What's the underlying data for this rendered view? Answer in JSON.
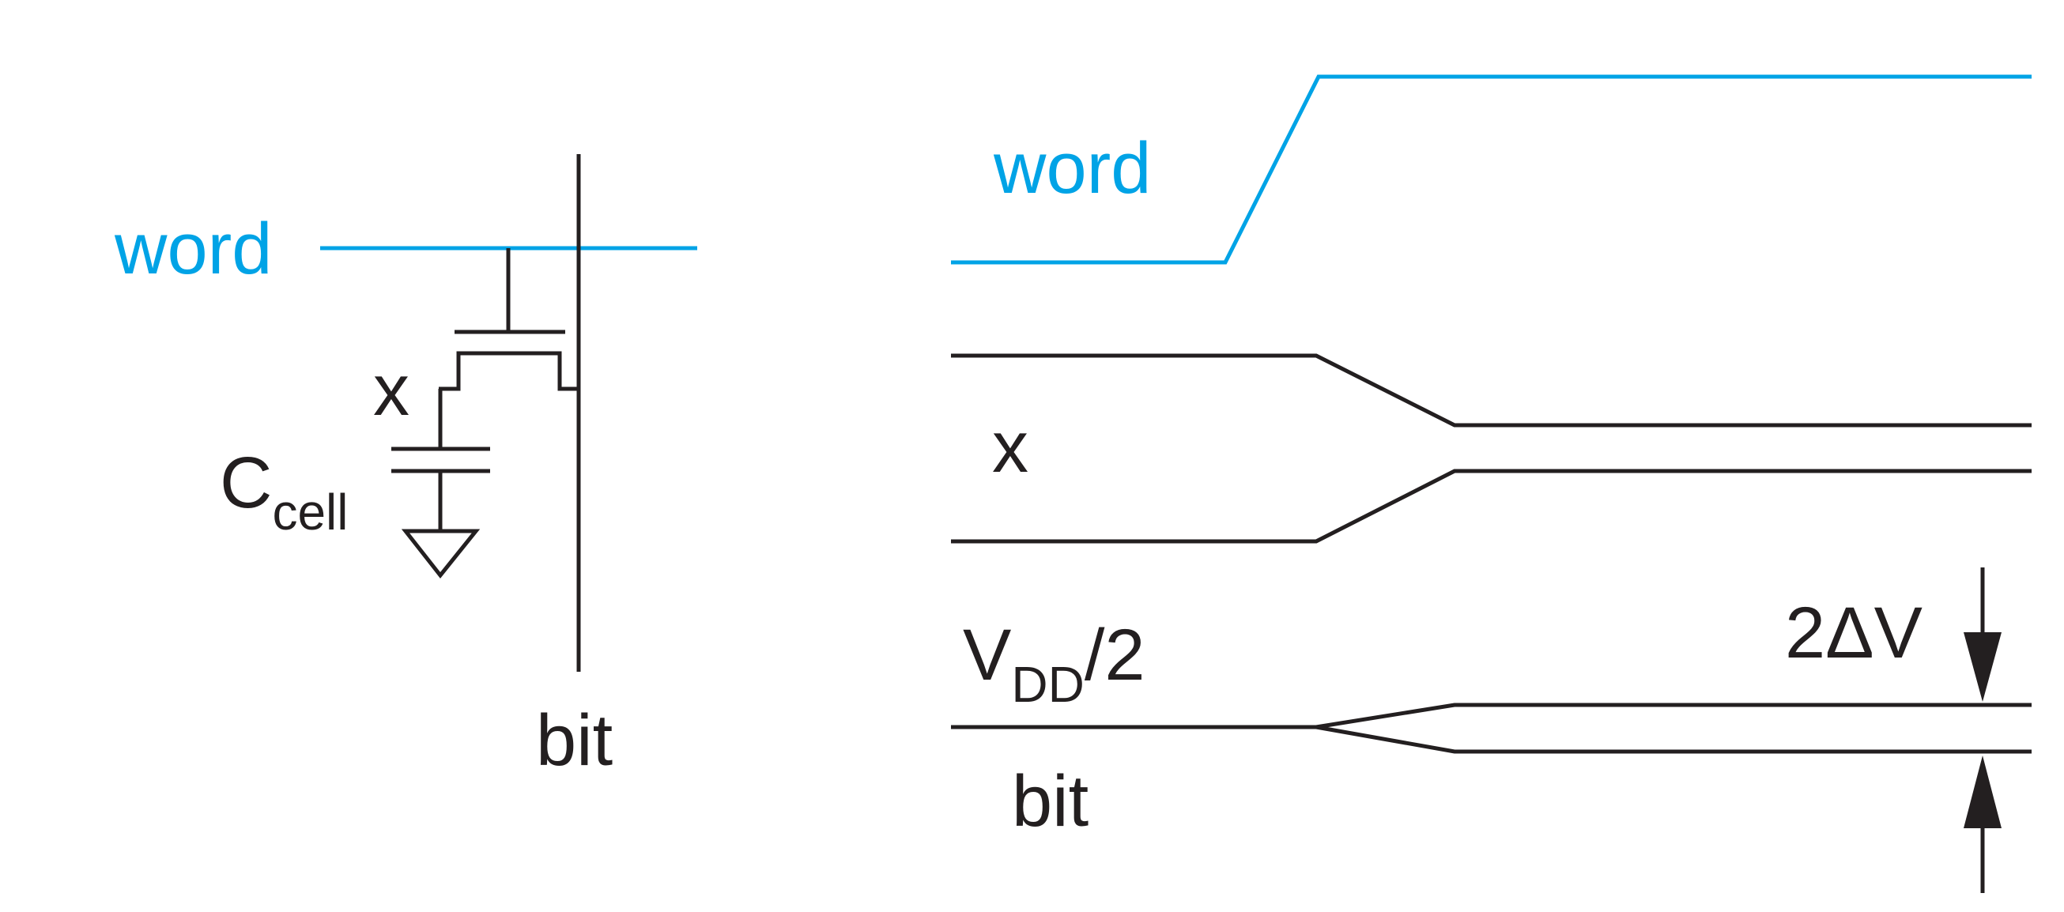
{
  "schematic": {
    "word_label": "word",
    "x_label": "x",
    "cap_label_main": "C",
    "cap_label_sub": "cell",
    "bit_label": "bit"
  },
  "waveform": {
    "word_label": "word",
    "x_label": "x",
    "vdd_label_main": "V",
    "vdd_label_sub": "DD",
    "vdd_label_tail": "/2",
    "bit_label": "bit",
    "delta_label": "2ΔV"
  },
  "colors": {
    "word_line": "#00a3e6",
    "wire": "#231f20"
  }
}
